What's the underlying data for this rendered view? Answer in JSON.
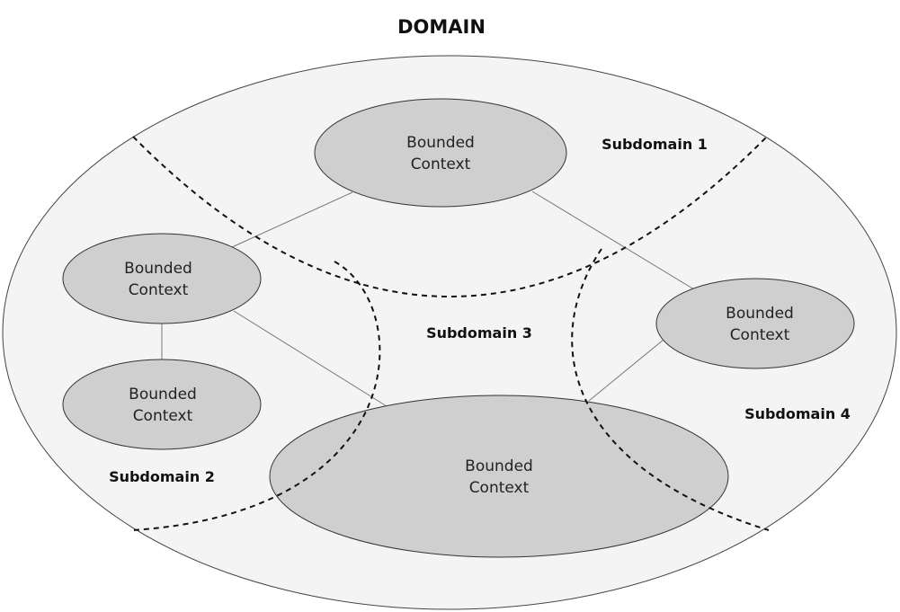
{
  "title": "DOMAIN",
  "subdomains": [
    {
      "label": "Subdomain 1"
    },
    {
      "label": "Subdomain 2"
    },
    {
      "label": "Subdomain 3"
    },
    {
      "label": "Subdomain 4"
    }
  ],
  "contexts": [
    {
      "line1": "Bounded",
      "line2": "Context"
    },
    {
      "line1": "Bounded",
      "line2": "Context"
    },
    {
      "line1": "Bounded",
      "line2": "Context"
    },
    {
      "line1": "Bounded",
      "line2": "Context"
    },
    {
      "line1": "Bounded",
      "line2": "Context"
    }
  ],
  "colors": {
    "domain_fill": "#f4f4f4",
    "context_fill": "#cfcfcf",
    "outline": "#333333"
  }
}
